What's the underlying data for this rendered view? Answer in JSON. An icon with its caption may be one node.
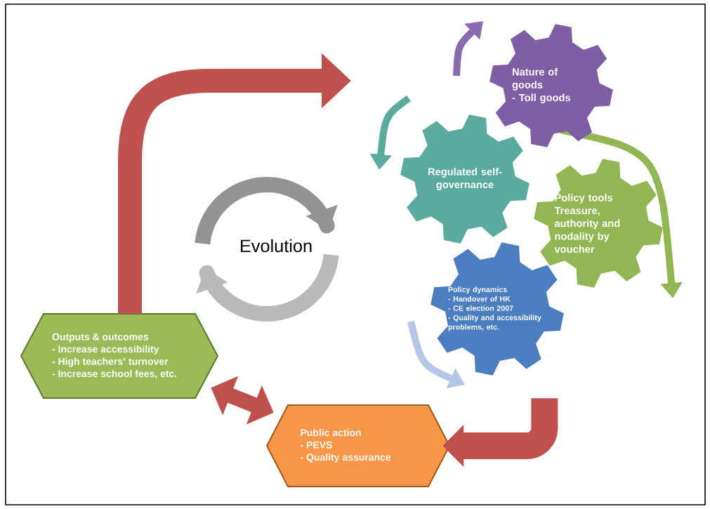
{
  "diagram": {
    "nodes": [
      {
        "text": [
          "Nature of goods",
          "- Toll goods"
        ]
      },
      {
        "text": [
          "Regulated self-governance"
        ]
      },
      {
        "text": [
          "Policy tools",
          "Treasure, authority and nodality by voucher"
        ]
      },
      {
        "text": [
          "Policy dynamics",
          "- Handover of HK",
          "- CE election 2007",
          "- Quality and accessibility problems, etc."
        ]
      },
      {
        "text": [
          "Outputs & outcomes",
          "- Increase accessibility",
          "- High teachers’ turnover",
          "- Increase school fees, etc."
        ]
      },
      {
        "text": [
          "Public action",
          "- PEVS",
          "- Quality assurance"
        ]
      }
    ],
    "edges": [
      {
        "from": 4,
        "to": null,
        "arrow": "to"
      },
      {
        "from": 4,
        "to": 5,
        "arrow": "both"
      },
      {
        "from": 3,
        "to": 5,
        "arrow": "to"
      }
    ],
    "labels": [
      "Evolution"
    ]
  }
}
